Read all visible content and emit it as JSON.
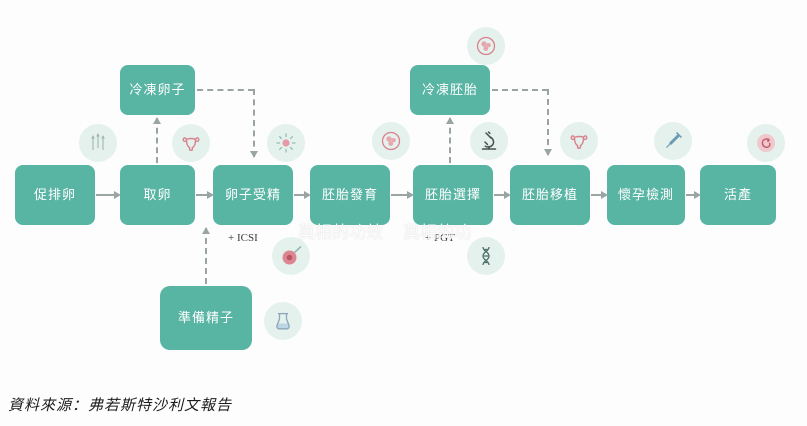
{
  "diagram": {
    "title_hint": "IVF process flow",
    "steps": [
      {
        "label": "促排卵"
      },
      {
        "label": "取卵"
      },
      {
        "label": "卵子受精",
        "note": "+ ICSI"
      },
      {
        "label": "胚胎發育"
      },
      {
        "label": "胚胎選擇",
        "note": "+ PGT"
      },
      {
        "label": "胚胎移植"
      },
      {
        "label": "懷孕檢測"
      },
      {
        "label": "活產"
      }
    ],
    "branches": {
      "frozen_eggs": "冷凍卵子",
      "frozen_embryos": "冷凍胚胎",
      "prepare_sperm": "準備精子"
    },
    "icons": [
      "injection-arrows-icon",
      "uterus-icon",
      "fertilization-burst-icon",
      "embryo-cells-icon",
      "frozen-embryo-icon",
      "microscope-icon",
      "uterus-icon-2",
      "pipette-icon",
      "newborn-icon",
      "icsi-injection-icon",
      "dna-helix-icon",
      "sperm-sample-icon"
    ]
  },
  "watermark": {
    "part1": "莫相的功效",
    "part2": "莫相的功"
  },
  "footer": {
    "source": "資料來源：弗若斯特沙利文報告"
  },
  "colors": {
    "step_box_teal": "#58b4a3",
    "icon_circle_bg": "#e4f1ed",
    "arrow_gray": "#9aa5a3",
    "accent_pink": "#d9828d"
  }
}
